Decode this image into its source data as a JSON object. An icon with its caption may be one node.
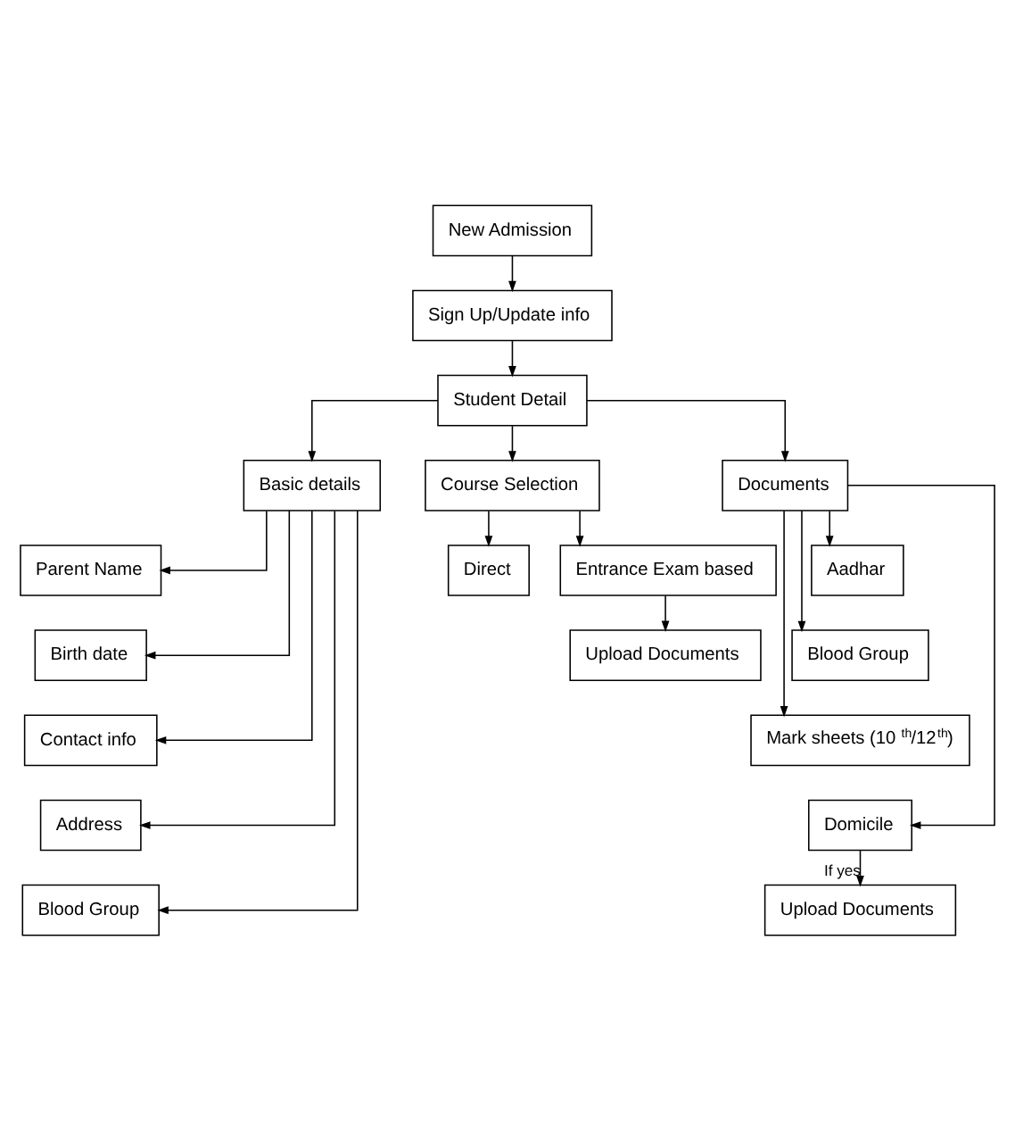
{
  "diagram": {
    "nodes": [
      {
        "text": [
          "New Admission"
        ]
      },
      {
        "text": [
          "Sign Up/Update info"
        ]
      },
      {
        "text": [
          "Student Detail"
        ]
      },
      {
        "text": [
          "Basic details"
        ]
      },
      {
        "text": [
          "Course Selection"
        ]
      },
      {
        "text": [
          "Documents"
        ]
      },
      {
        "text": [
          "Parent Name"
        ]
      },
      {
        "text": [
          "Birth date"
        ]
      },
      {
        "text": [
          "Contact info"
        ]
      },
      {
        "text": [
          "Address"
        ]
      },
      {
        "text": [
          "Blood Group"
        ]
      },
      {
        "text": [
          "Direct"
        ]
      },
      {
        "text": [
          "Entrance Exam based"
        ]
      },
      {
        "text": [
          "Upload Documents"
        ]
      },
      {
        "text": [
          "Aadhar"
        ]
      },
      {
        "text": [
          "Blood Group"
        ]
      },
      {
        "text": [
          "Mark sheets (10$^{th}$/12$^{th}$)"
        ]
      },
      {
        "text": [
          "Domicile"
        ]
      },
      {
        "text": [
          "Upload Documents"
        ]
      }
    ],
    "edges": [
      {
        "from": 0,
        "to": 1,
        "arrow": "to"
      },
      {
        "from": 1,
        "to": 2,
        "arrow": "to"
      },
      {
        "from": 2,
        "to": 3,
        "arrow": "to"
      },
      {
        "from": 2,
        "to": 4,
        "arrow": "to"
      },
      {
        "from": 2,
        "to": 5,
        "arrow": "to"
      },
      {
        "from": 3,
        "to": 6,
        "arrow": "to"
      },
      {
        "from": 3,
        "to": 7,
        "arrow": "to"
      },
      {
        "from": 3,
        "to": 8,
        "arrow": "to"
      },
      {
        "from": 3,
        "to": 9,
        "arrow": "to"
      },
      {
        "from": 3,
        "to": 10,
        "arrow": "to"
      },
      {
        "from": 4,
        "to": 11,
        "arrow": "to"
      },
      {
        "from": 4,
        "to": 12,
        "arrow": "to"
      },
      {
        "from": 12,
        "to": 13,
        "arrow": "to"
      },
      {
        "from": 5,
        "to": 14,
        "arrow": "to"
      },
      {
        "from": 5,
        "to": 15,
        "arrow": "to"
      },
      {
        "from": 5,
        "to": 16,
        "arrow": "to"
      },
      {
        "from": 5,
        "to": 17,
        "arrow": "to"
      },
      {
        "from": 17,
        "to": 18,
        "label": "If yes",
        "arrow": "to"
      }
    ]
  }
}
